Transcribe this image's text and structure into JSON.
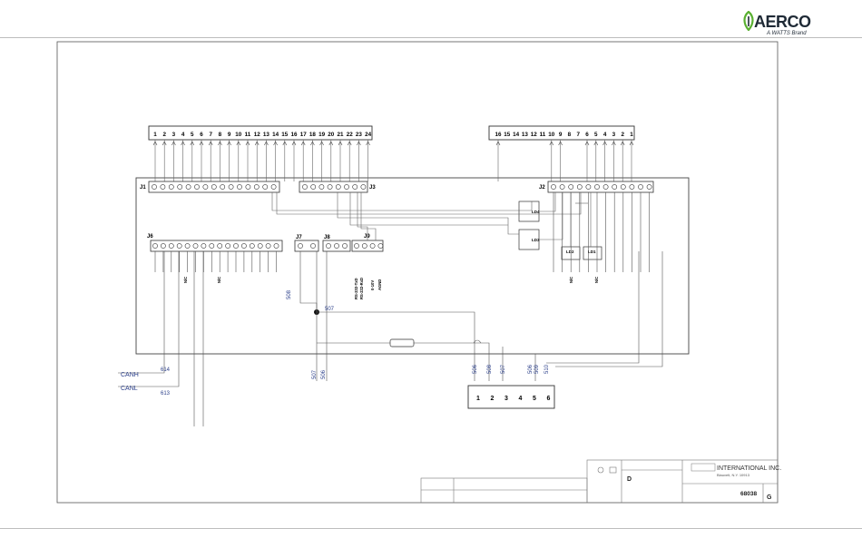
{
  "header": {
    "brand": "AERCO",
    "tagline": "A WATTS Brand",
    "brand_color": "#5ab031"
  },
  "diagram": {
    "top_left_terminals": [
      "1",
      "2",
      "3",
      "4",
      "5",
      "6",
      "7",
      "8",
      "9",
      "10",
      "11",
      "12",
      "13",
      "14",
      "15",
      "16",
      "17",
      "18",
      "19",
      "20",
      "21",
      "22",
      "23",
      "24"
    ],
    "top_right_terminals": [
      "16",
      "15",
      "14",
      "13",
      "12",
      "11",
      "10",
      "9",
      "8",
      "7",
      "6",
      "5",
      "4",
      "3",
      "2",
      "1"
    ],
    "connectors": {
      "j1": "J1",
      "j2": "J2",
      "j3": "J3",
      "j6": "J6",
      "j7": "J7",
      "j8": "J8",
      "j9": "J9",
      "ld1": "LD1",
      "ld2": "LD2",
      "ld3": "LD3",
      "ld4": "LD4"
    },
    "j9_labels": [
      "RS-232-TxD",
      "RS-232-RxD",
      "0-10V",
      "AGND"
    ],
    "j6_labels": [
      "N/C",
      "N/C",
      "N/C",
      "N/C"
    ],
    "wire_labels": [
      "508",
      "507",
      "507",
      "506",
      "506",
      "508",
      "507",
      "506",
      "509",
      "510"
    ],
    "can": {
      "high_label": "CANH",
      "high_wire": "614",
      "low_label": "CANL",
      "low_wire": "613"
    },
    "bottom_terminals": [
      "1",
      "2",
      "3",
      "4",
      "5",
      "6"
    ]
  },
  "title_block": {
    "company": "INTERNATIONAL INC.",
    "city": "Blauvelt, N.Y. 10913",
    "size": "D",
    "drawing_number": "68038",
    "revision": "G"
  }
}
